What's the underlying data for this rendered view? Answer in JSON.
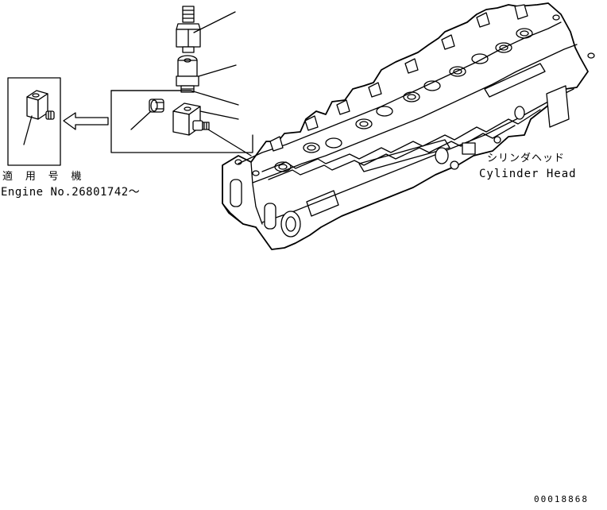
{
  "labels": {
    "cylinder_head_jp": "シリンダヘッド",
    "cylinder_head_en": "Cylinder Head",
    "serial_jp": "適 用 号 機",
    "serial_en": "Engine No.26801742～",
    "drawing_code": "00018868"
  }
}
